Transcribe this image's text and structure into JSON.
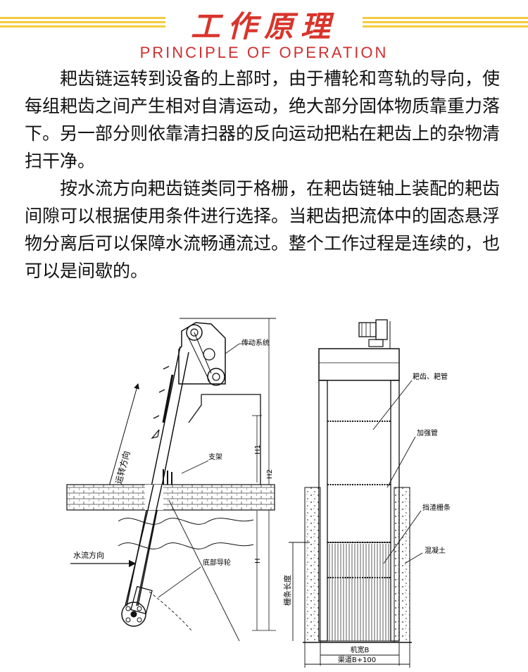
{
  "header": {
    "title_cn": "工作原理",
    "title_en": "PRINCIPLE OF OPERATION"
  },
  "paragraphs": [
    "耙齿链运转到设备的上部时，由于槽轮和弯轨的导向，使每组耙齿之间产生相对自清运动，绝大部分固体物质靠重力落下。另一部分则依靠清扫器的反向运动把粘在耙齿上的杂物清扫干净。",
    "按水流方向耙齿链类同于格栅，在耙齿链轴上装配的耙齿间隙可以根据使用条件进行选择。当耙齿把流体中的固态悬浮物分离后可以保障水流畅通流过。整个工作过程是连续的，也可以是间歇的。"
  ],
  "side_view": {
    "label_drive": "传动系统",
    "label_support": "支架",
    "label_rotation": "运转方向",
    "label_water_flow": "水流方向",
    "label_bottom_wheel": "底部导轮",
    "dim_h1": "H1",
    "dim_h2": "H2",
    "dim_h": "H"
  },
  "front_view": {
    "label_rake": "耙齿、耙管",
    "label_reinforce": "加强管",
    "label_retainer": "挡渣栅条",
    "label_concrete": "混凝土",
    "label_grate_length": "栅条长度",
    "label_width": "机宽B",
    "label_channel": "渠道B+100"
  }
}
